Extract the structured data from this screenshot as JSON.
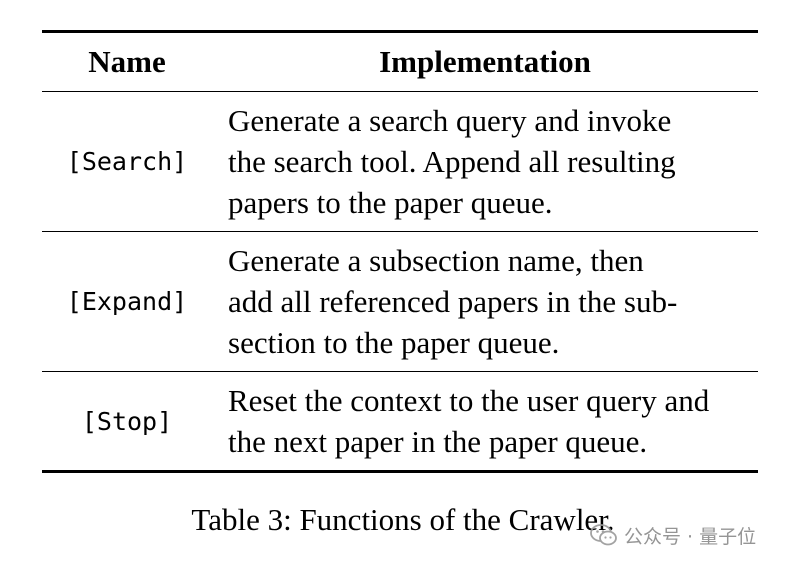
{
  "table": {
    "headers": {
      "name": "Name",
      "implementation": "Implementation"
    },
    "rows": [
      {
        "name": "[Search]",
        "implementation_lines": [
          "Generate a search query and invoke",
          "the search tool. Append all resulting",
          "papers to the paper queue."
        ]
      },
      {
        "name": "[Expand]",
        "implementation_lines": [
          "Generate a subsection name, then",
          "add all referenced papers in the sub-",
          "section to the paper queue."
        ]
      },
      {
        "name": "[Stop]",
        "implementation_lines": [
          "Reset the context to the user query and",
          "the next paper in the paper queue."
        ]
      }
    ]
  },
  "caption": "Table 3: Functions of the Crawler.",
  "watermark": {
    "icon": "wechat-icon",
    "text": "公众号 · 量子位"
  }
}
